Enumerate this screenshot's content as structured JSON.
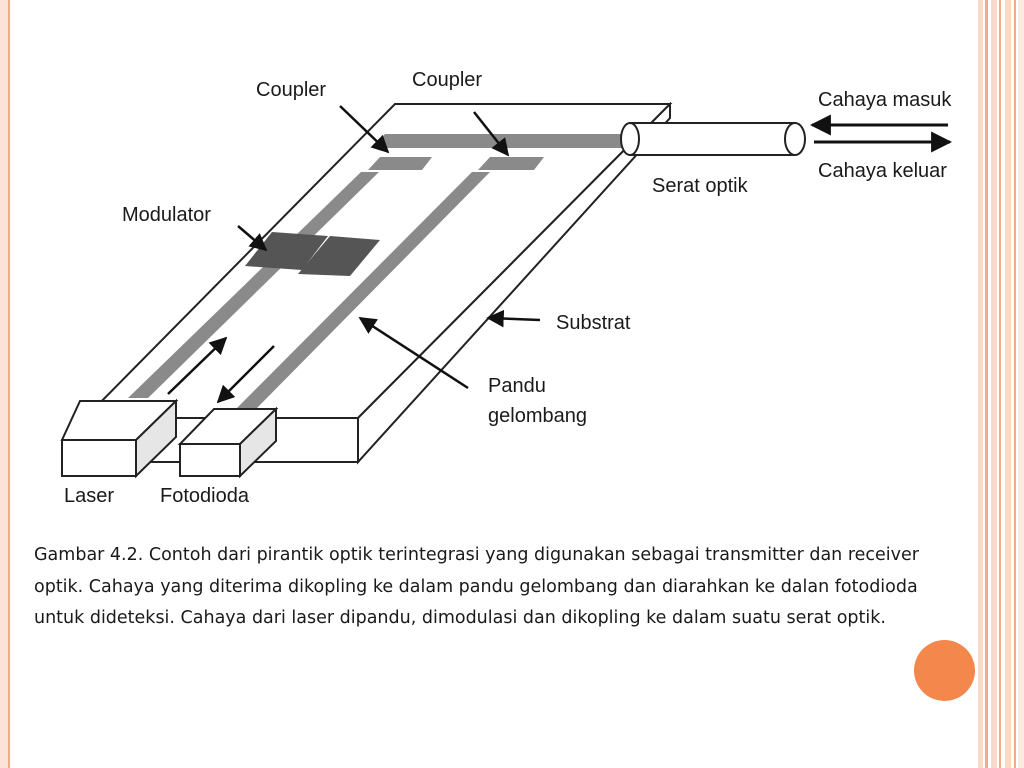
{
  "diagram": {
    "labels": {
      "coupler_left": "Coupler",
      "coupler_right": "Coupler",
      "modulator": "Modulator",
      "light_in": "Cahaya masuk",
      "light_out": "Cahaya keluar",
      "fiber": "Serat optik",
      "substrate": "Substrat",
      "waveguide_line1": "Pandu",
      "waveguide_line2": "gelombang",
      "laser": "Laser",
      "photodiode": "Fotodioda"
    }
  },
  "caption": "Gambar 4.2. Contoh dari pirantik optik terintegrasi yang digunakan sebagai transmitter dan receiver optik. Cahaya yang diterima dikopling ke dalam pandu gelombang dan diarahkan ke dalan fotodioda untuk dideteksi. Cahaya dari laser dipandu, dimodulasi dan dikopling ke dalam suatu serat optik.",
  "colors": {
    "accent_orange": "#f4874b",
    "frame_peach": "#fbe3d7",
    "waveguide_gray": "#8a8a8a",
    "modulator_dark": "#555555"
  }
}
